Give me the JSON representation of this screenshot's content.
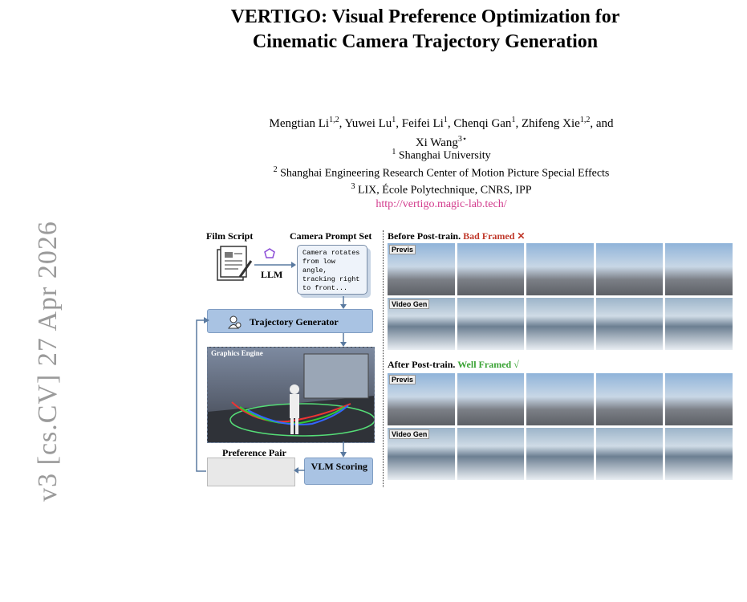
{
  "side_stamp": "v3 [cs.CV] 27 Apr 2026",
  "title_line1": "VERTIGO: Visual Preference Optimization for",
  "title_line2": "Cinematic Camera Trajectory Generation",
  "authors_line1": "Mengtian Li",
  "authors": [
    {
      "name": "Mengtian Li",
      "sup": "1,2"
    },
    {
      "name": "Yuwei Lu",
      "sup": "1"
    },
    {
      "name": "Feifei Li",
      "sup": "1"
    },
    {
      "name": "Chenqi Gan",
      "sup": "1"
    },
    {
      "name": "Zhifeng Xie",
      "sup": "1,2"
    },
    {
      "name": "Xi Wang",
      "sup": "3⋆"
    }
  ],
  "affiliations": [
    {
      "sup": "1",
      "text": "Shanghai University"
    },
    {
      "sup": "2",
      "text": "Shanghai Engineering Research Center of Motion Picture Special Effects"
    },
    {
      "sup": "3",
      "text": "LIX, École Polytechnique, CNRS, IPP"
    }
  ],
  "url": "http://vertigo.magic-lab.tech/",
  "figure": {
    "film_script": "Film Script",
    "camera_prompt_set": "Camera Prompt Set",
    "prompt_text": "Camera rotates from low angle, tracking right to front...",
    "llm": "LLM",
    "trajectory_generator": "Trajectory Generator",
    "graphics_engine": "Graphics Engine",
    "preference_pair": "Preference Pair",
    "vlm_scoring": "VLM Scoring",
    "before_label": "Before Post-train.",
    "before_status": "Bad Framed ✕",
    "after_label": "After Post-train.",
    "after_status": "Well Framed √",
    "previs_tag": "Previs",
    "video_tag": "Video Gen",
    "colors": {
      "bad": "#c0392b",
      "good": "#3aa335",
      "box_blue": "#a9c3e3",
      "url": "#d23a8c"
    }
  }
}
